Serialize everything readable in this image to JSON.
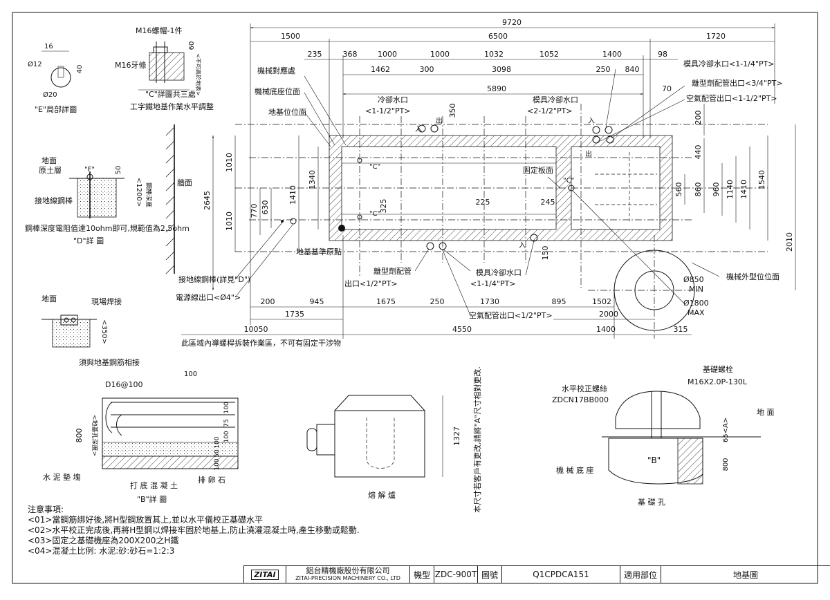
{
  "overall_dims": {
    "total": "9720",
    "top_row": [
      "1500",
      "6500",
      "1720"
    ],
    "second_row": [
      "235",
      "368",
      "1000",
      "1000",
      "1032",
      "1052",
      "1400",
      "98"
    ],
    "third_row": [
      "1462",
      "300",
      "3098",
      "250",
      "840"
    ],
    "inner": "5890",
    "right_70": "70",
    "right_200": "200"
  },
  "left_dims": [
    "2645",
    "1010",
    "1010",
    "1410",
    "1340",
    "770",
    "630"
  ],
  "right_dims": [
    "440",
    "560",
    "860",
    "960",
    "1140",
    "1410",
    "1540",
    "2010"
  ],
  "bottom_dims": {
    "row1": [
      "200",
      "945",
      "1675",
      "250",
      "1730",
      "895",
      "1502"
    ],
    "row2": [
      "1735",
      "2000"
    ],
    "row3": [
      "10050",
      "4550",
      "1400",
      "315"
    ]
  },
  "inner_dims": [
    "350",
    "325",
    "225",
    "245",
    "150"
  ],
  "labels": {
    "machine_contact": "機械對應處",
    "machine_base_pos": "機械底座位面",
    "foundation_pos": "地基位位面",
    "cool_water_in": "冷卻水口",
    "cool_water_in_size": "<1-1/2\"PT>",
    "mold_cool_top": "模具冷卻水口",
    "mold_cool_top_size": "<2-1/2\"PT>",
    "mold_cool_right": "模具冷卻水口<1-1/4\"PT>",
    "release_out_right": "離型劑配管出口<3/4\"PT>",
    "air_out_right": "空氣配管出口<1-1/2\"PT>",
    "inlet": "入",
    "outlet": "出",
    "fixed_plate": "固定板面",
    "wall": "牆面",
    "datum": "地基基準原點",
    "ground_rod": "接地線鋼棒(詳見\"D\")",
    "power_out": "電源線出口<Ø4\">",
    "release_pipe": "離型劑配管",
    "release_pipe_size": "出口<1/2\"PT>",
    "mold_cool_bottom": "模具冷卻水口",
    "mold_cool_bottom_size": "<1-1/4\"PT>",
    "air_pipe_bottom": "空氣配管出口<1/2\"PT>",
    "machine_outline": "機械外型位位面",
    "diam_min": "Ø850",
    "min": "MIN",
    "diam_max": "Ø1800",
    "max": "MAX",
    "c_mark": "\"C\"",
    "no_fixed": "此區域內導螺桿拆裝作業區，不可有固定干涉物"
  },
  "detail_e": {
    "d16": "16",
    "d12": "Ø12",
    "d40": "40",
    "d20": "Ø20",
    "title": "\"E\"局部詳圖"
  },
  "detail_c": {
    "nut": "M16螺帽-1件",
    "bolt": "M16牙條",
    "d60": "60",
    "vert": "<不可高於地表>",
    "note": "\"C\"詳圖共三處",
    "title": "工字鐵地基作業水平調整"
  },
  "detail_d": {
    "ground": "地面",
    "soil": "原土層",
    "f_mark": "\"F\"",
    "d50": "50",
    "depth": "<1200>",
    "depth_label": "鋼棒深度",
    "rod": "接地線鋼棒",
    "note": "鋼棒深度電阻值達10ohm即可,規範值為2.5ohm",
    "title": "\"D\"詳 圖"
  },
  "detail_f": {
    "ground": "地面",
    "weld": "現場焊接",
    "d350": "<350>",
    "note": "須與地基鋼筋相接"
  },
  "detail_b": {
    "rebar": "D16@100",
    "d100": "100",
    "d800": "800",
    "depth": "<地基孔深度>",
    "layers": [
      "100",
      "75",
      "100",
      "100",
      "50",
      "100"
    ],
    "cement": "水 泥 墊 塊",
    "concrete": "打 底 混 凝 土",
    "stone": "排 卵 石",
    "title": "\"B\"詳 圖"
  },
  "furnace": {
    "d1327": "1327",
    "title": "熔 解 爐"
  },
  "furnace_note": "本尺寸若客戶有更改,請將\"A\"尺寸相對更改.",
  "foundation_hole": {
    "bolt_label": "基礎螺栓",
    "bolt_size": "M16X2.0P-130L",
    "level_label": "水平校正螺絲",
    "level_code": "ZDCN17BB000",
    "ground": "地 面",
    "d65": "65<A>",
    "d800": "800",
    "b_mark": "\"B\"",
    "base": "機 械 底 座",
    "title": "基 礎 孔"
  },
  "notes": {
    "heading": "注意事項:",
    "items": [
      "<01>當鋼筋綁好後,將H型鋼放置其上,並以水平儀校正基礎水平",
      "<02>水平校正完成後,再將H型鋼以焊接牢固於地基上,防止澆灌混凝土時,產生移動或鬆動.",
      "<03>固定之基礎機座為200X200之H鐵",
      "<04>混凝土比例:  水泥:砂:砂石=1:2:3"
    ]
  },
  "title_block": {
    "logo": "ZITAI",
    "company_cn": "鋁台精機廠股份有限公司",
    "company_en": "ZITAI-PRECISION MACHINERY CO., LTD",
    "model_label": "機型",
    "model": "ZDC-900T",
    "drawing_label": "圖號",
    "drawing_no": "Q1CPDCA151",
    "part_label": "適用部位",
    "part": "地基圖"
  }
}
